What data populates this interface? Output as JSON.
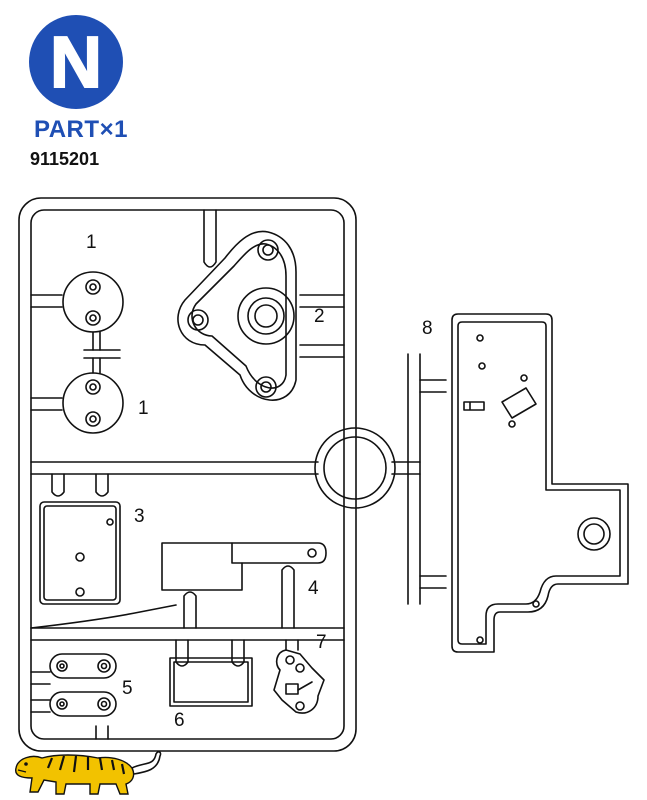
{
  "header": {
    "badge_letter": "N",
    "part_text": "PART",
    "part_multiplier": "×1",
    "part_code": "9115201"
  },
  "part_numbers": {
    "p1a": "1",
    "p1b": "1",
    "p2": "2",
    "p3": "3",
    "p4": "4",
    "p5": "5",
    "p6": "6",
    "p7": "7",
    "p8": "8"
  },
  "colors": {
    "badge_blue": "#1f4fb4",
    "line": "#111111",
    "logo_yellow": "#f2c200"
  },
  "icons": {
    "logo": "tiger-icon"
  }
}
